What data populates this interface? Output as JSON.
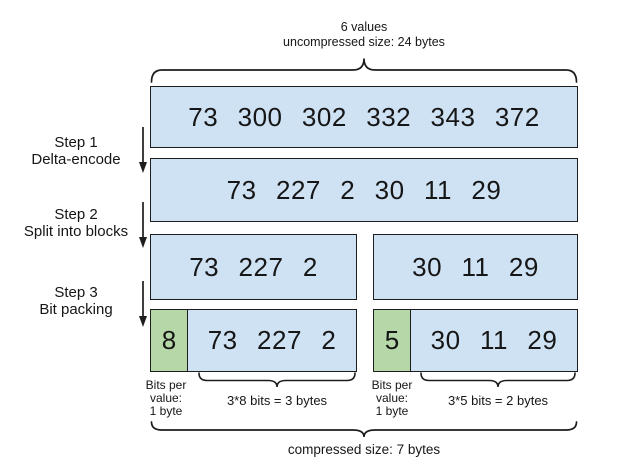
{
  "header": {
    "line1": "6 values",
    "line2": "uncompressed size: 24 bytes"
  },
  "steps": [
    {
      "label": "Step 1",
      "name": "Delta-encode"
    },
    {
      "label": "Step 2",
      "name": "Split into blocks"
    },
    {
      "label": "Step 3",
      "name": "Bit packing"
    }
  ],
  "boxes": {
    "original": {
      "text": "73 300 302 332 343 372",
      "values": [
        73,
        300,
        302,
        332,
        343,
        372
      ]
    },
    "delta": {
      "text": "73 227 2 30 11 29",
      "values": [
        73,
        227,
        2,
        30,
        11,
        29
      ]
    },
    "block1": {
      "text": "73 227 2",
      "values": [
        73,
        227,
        2
      ]
    },
    "block2": {
      "text": "30 11 29",
      "values": [
        30,
        11,
        29
      ]
    },
    "packed1": {
      "bits": "8",
      "text": "73 227 2",
      "values": [
        73,
        227,
        2
      ]
    },
    "packed2": {
      "bits": "5",
      "text": "30 11 29",
      "values": [
        30,
        11,
        29
      ]
    }
  },
  "annotations": {
    "bits_per_value_1": "Bits per\nvalue:\n1 byte",
    "bits_math_1": "3*8 bits = 3 bytes",
    "bits_per_value_2": "Bits per\nvalue:\n1 byte",
    "bits_math_2": "3*5 bits = 2 bytes",
    "footer": "compressed size: 7 bytes"
  },
  "colors": {
    "box_fill_blue": "#cfe2f3",
    "box_fill_green": "#b6d7a8",
    "border": "#1d1d1d"
  }
}
